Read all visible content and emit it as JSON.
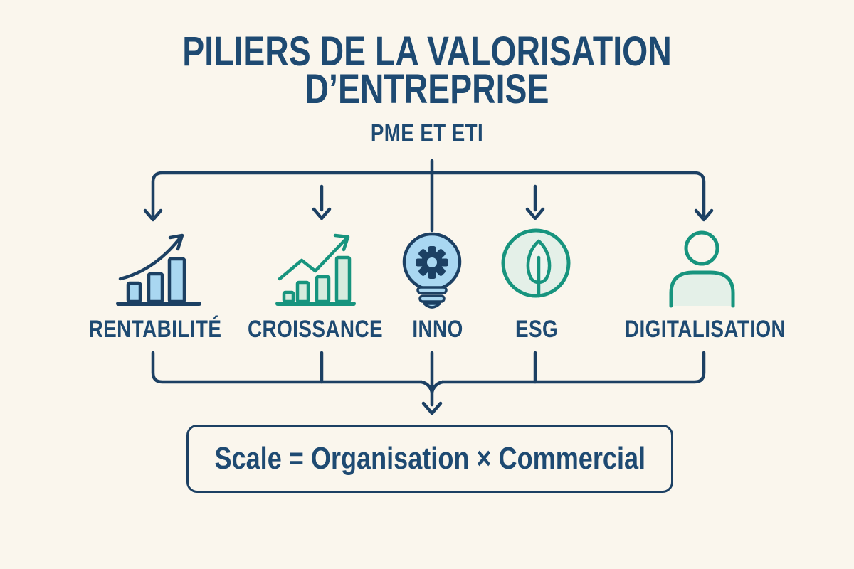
{
  "palette": {
    "background": "#FAF6ED",
    "text-navy": "#1E4A72",
    "line-navy": "#1C4063",
    "blue-fill": "#A9D7F1",
    "teal": "#17947E",
    "mint-fill": "#D6EBDE",
    "pale-green-fill": "#E4F0E8",
    "leaf-fill": "#EDF4EE"
  },
  "header": {
    "title_line1": "PILIERS DE LA VALORISATION",
    "title_line2": "D’ENTREPRISE",
    "subtitle": "PME ET ETI"
  },
  "pillars": [
    {
      "label": "RENTABILITÉ",
      "icon": "rising-bar-chart-icon"
    },
    {
      "label": "CROISSANCE",
      "icon": "growth-bar-chart-icon"
    },
    {
      "label": "INNO",
      "icon": "lightbulb-gear-icon"
    },
    {
      "label": "ESG",
      "icon": "leaf-circle-icon"
    },
    {
      "label": "DIGITALISATION",
      "icon": "person-icon"
    }
  ],
  "formula": {
    "text": "Scale = Organisation × Commercial"
  }
}
